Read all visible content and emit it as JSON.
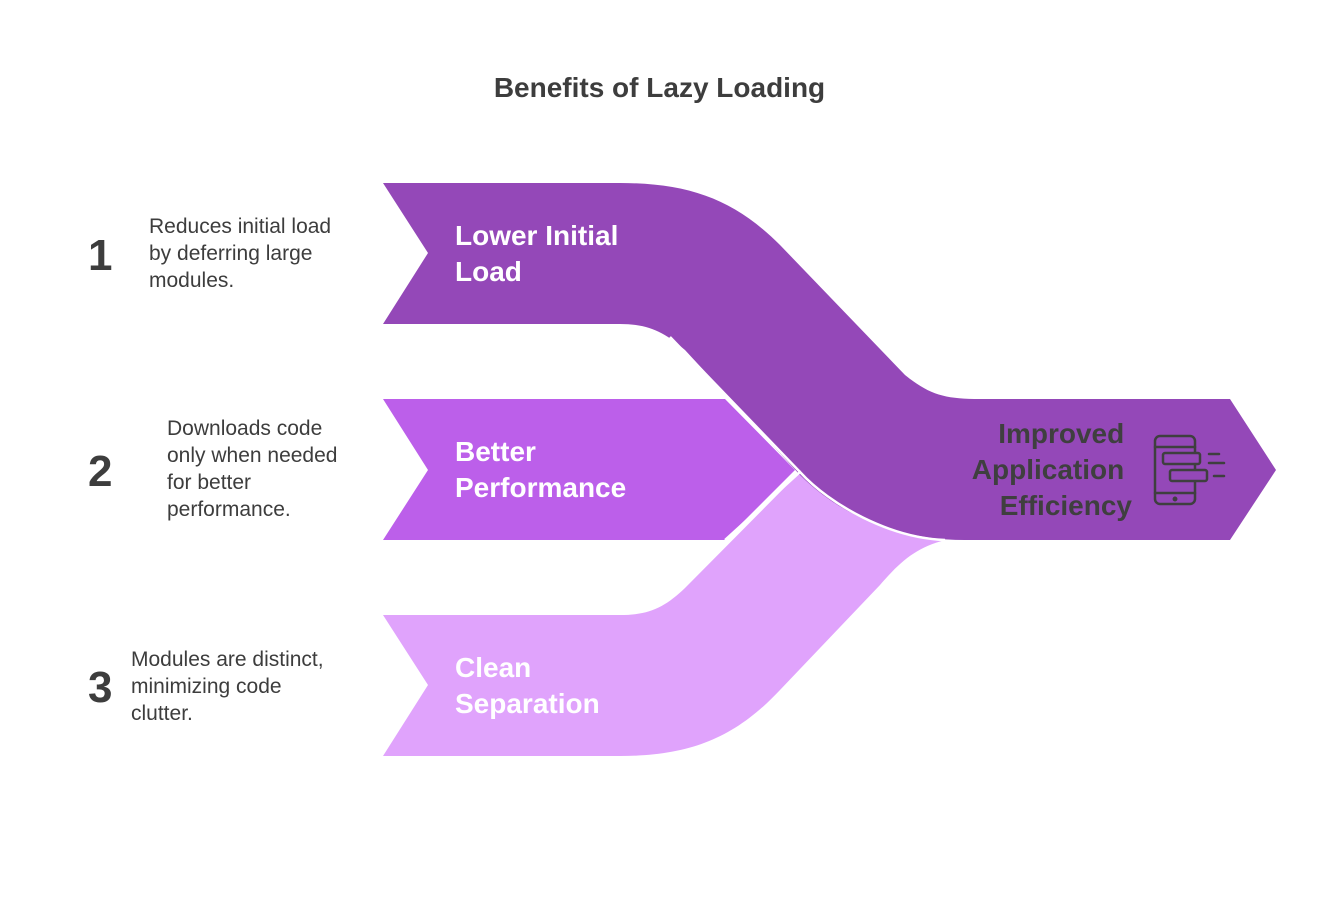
{
  "title": "Benefits of Lazy Loading",
  "items": [
    {
      "number": "1",
      "desc_lines": [
        "Reduces initial load",
        "by deferring large",
        "modules."
      ],
      "label_lines": [
        "Lower Initial",
        "Load"
      ],
      "color": "#9448b8"
    },
    {
      "number": "2",
      "desc_lines": [
        "Downloads code",
        "only when needed",
        "for better",
        "performance."
      ],
      "label_lines": [
        "Better",
        "Performance"
      ],
      "color": "#bc5fea"
    },
    {
      "number": "3",
      "desc_lines": [
        "Modules are distinct,",
        "minimizing code",
        "clutter."
      ],
      "label_lines": [
        "Clean",
        "Separation"
      ],
      "color": "#e0a3fc"
    }
  ],
  "result": {
    "label_lines": [
      "Improved",
      "Application",
      "Efficiency"
    ],
    "icon": "mobile-app-icon",
    "color": "#9448b8"
  }
}
